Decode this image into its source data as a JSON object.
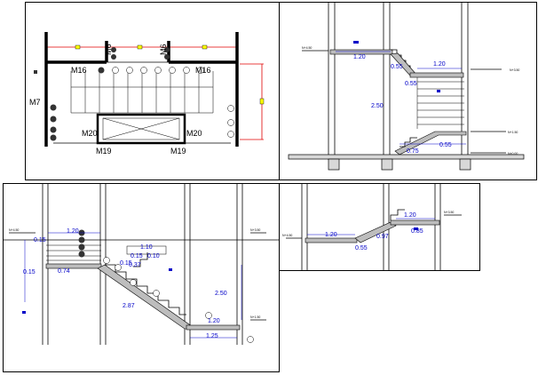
{
  "plan": {
    "labels": {
      "m16_left": "M16",
      "m16_right": "M16",
      "m6_left": "M6",
      "m6_right": "M6",
      "m7": "M7",
      "m20_left": "M20",
      "m20_right": "M20",
      "m19_left": "M19",
      "m19_right": "M19"
    }
  },
  "section_top": {
    "dims": {
      "d1": "1.20",
      "d2": "1.20",
      "d3": "0.55",
      "d4": "2.50",
      "d5": "0.55",
      "d6": "0.55",
      "d7": "0.75"
    }
  },
  "section_main": {
    "dims": {
      "d1": "1.20",
      "d2": "0.15",
      "d3": "0.15",
      "d4": "0.74",
      "d5": "1.10",
      "d6": "0.15",
      "d7": "0.10",
      "d8": "0.15",
      "d9": "0.37",
      "d10": "2.87",
      "d11": "2.50",
      "d12": "1.20",
      "d13": "1.25"
    }
  },
  "section_small": {
    "dims": {
      "d1": "1.20",
      "d2": "1.20",
      "d3": "0.97",
      "d4": "0.85",
      "d5": "0.55"
    }
  },
  "colors": {
    "dimension": "#0000c8",
    "marker": "#e00000",
    "highlight": "#ffff00"
  }
}
